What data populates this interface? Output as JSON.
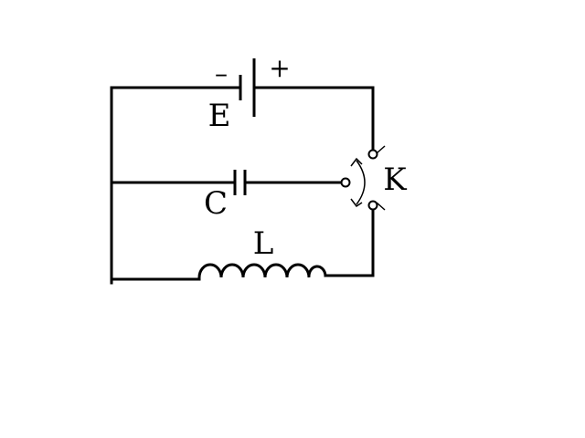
{
  "circuit": {
    "battery": {
      "label": "E",
      "minus": "–",
      "plus": "+"
    },
    "capacitor": {
      "label": "C"
    },
    "inductor": {
      "label": "L"
    },
    "switch": {
      "label": "K"
    }
  },
  "colors": {
    "ink": "#000000",
    "background": "#ffffff"
  }
}
